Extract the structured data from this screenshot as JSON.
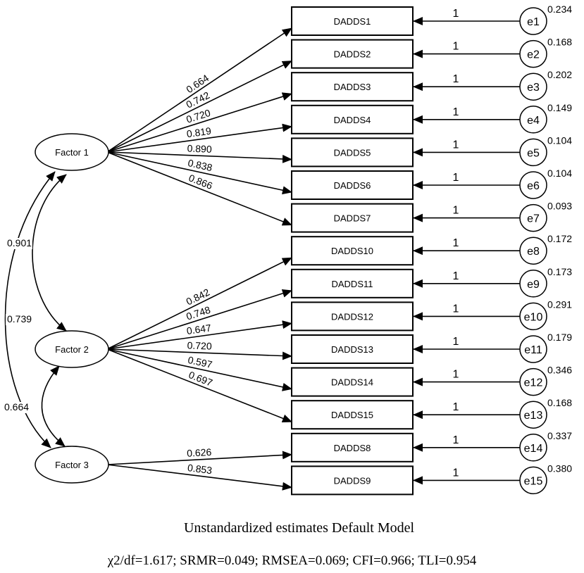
{
  "caption": {
    "title": "Unstandardized estimates Default Model",
    "fit": "χ2/df=1.617; SRMR=0.049; RMSEA=0.069; CFI=0.966; TLI=0.954"
  },
  "factors": [
    {
      "id": "f1",
      "label": "Factor 1"
    },
    {
      "id": "f2",
      "label": "Factor 2"
    },
    {
      "id": "f3",
      "label": "Factor 3"
    }
  ],
  "items": [
    {
      "label": "DADDS1",
      "factor": "f1",
      "loading": "0.664",
      "error": "e1",
      "error_var": "0.234",
      "path": "1"
    },
    {
      "label": "DADDS2",
      "factor": "f1",
      "loading": "0.742",
      "error": "e2",
      "error_var": "0.168",
      "path": "1"
    },
    {
      "label": "DADDS3",
      "factor": "f1",
      "loading": "0.720",
      "error": "e3",
      "error_var": "0.202",
      "path": "1"
    },
    {
      "label": "DADDS4",
      "factor": "f1",
      "loading": "0.819",
      "error": "e4",
      "error_var": "0.149",
      "path": "1"
    },
    {
      "label": "DADDS5",
      "factor": "f1",
      "loading": "0.890",
      "error": "e5",
      "error_var": "0.104",
      "path": "1"
    },
    {
      "label": "DADDS6",
      "factor": "f1",
      "loading": "0.838",
      "error": "e6",
      "error_var": "0.104",
      "path": "1"
    },
    {
      "label": "DADDS7",
      "factor": "f1",
      "loading": "0.866",
      "error": "e7",
      "error_var": "0.093",
      "path": "1"
    },
    {
      "label": "DADDS10",
      "factor": "f2",
      "loading": "0.842",
      "error": "e8",
      "error_var": "0.172",
      "path": "1"
    },
    {
      "label": "DADDS11",
      "factor": "f2",
      "loading": "0.748",
      "error": "e9",
      "error_var": "0.173",
      "path": "1"
    },
    {
      "label": "DADDS12",
      "factor": "f2",
      "loading": "0.647",
      "error": "e10",
      "error_var": "0.291",
      "path": "1"
    },
    {
      "label": "DADDS13",
      "factor": "f2",
      "loading": "0.720",
      "error": "e11",
      "error_var": "0.179",
      "path": "1"
    },
    {
      "label": "DADDS14",
      "factor": "f2",
      "loading": "0.597",
      "error": "e12",
      "error_var": "0.346",
      "path": "1"
    },
    {
      "label": "DADDS15",
      "factor": "f2",
      "loading": "0.697",
      "error": "e13",
      "error_var": "0.168",
      "path": "1"
    },
    {
      "label": "DADDS8",
      "factor": "f3",
      "loading": "0.626",
      "error": "e14",
      "error_var": "0.337",
      "path": "1"
    },
    {
      "label": "DADDS9",
      "factor": "f3",
      "loading": "0.853",
      "error": "e15",
      "error_var": "0.380",
      "path": "1"
    }
  ],
  "covariances": [
    {
      "from": "f1",
      "to": "f2",
      "value": "0.901"
    },
    {
      "from": "f1",
      "to": "f3",
      "value": "0.739"
    },
    {
      "from": "f2",
      "to": "f3",
      "value": "0.664"
    }
  ]
}
